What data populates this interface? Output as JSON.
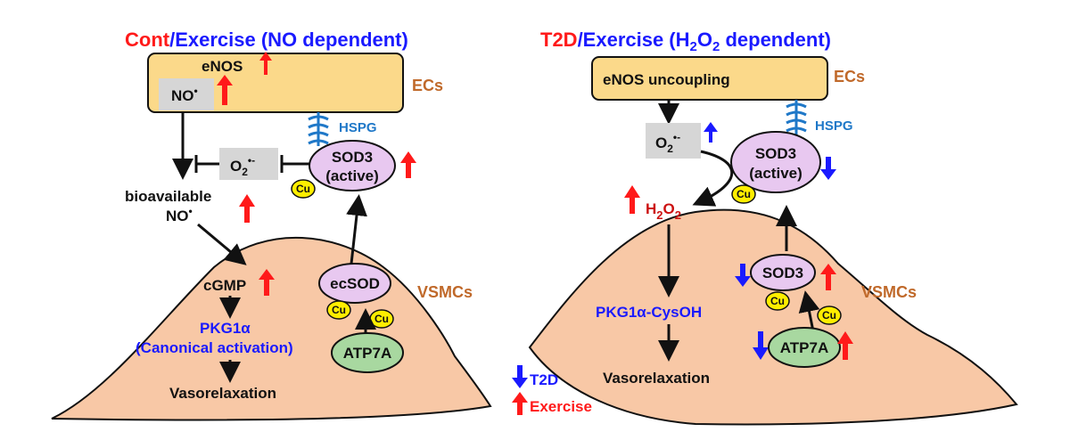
{
  "left_panel": {
    "title_cont": "Cont",
    "title_rest": "/Exercise (NO dependent)",
    "enos": "eNOS",
    "no_main": "NO",
    "no_sup": "•",
    "ecs": "ECs",
    "hspg": "HSPG",
    "o2_main": "O",
    "o2_sub": "2",
    "o2_sup": "•-",
    "sod3_line1": "SOD3",
    "sod3_line2": "(active)",
    "cu": "Cu",
    "bioavailable": "bioavailable",
    "bio_no": "NO",
    "bio_no_sup": "•",
    "cgmp": "cGMP",
    "pkg": "PKG1α",
    "canonical": "(Canonical activation)",
    "vasorelaxation": "Vasorelaxation",
    "ecsod": "ecSOD",
    "atp7a": "ATP7A",
    "vsmcs": "VSMCs"
  },
  "right_panel": {
    "title_t2d": "T2D",
    "title_mid": "/Exercise (H",
    "title_sub": "2",
    "title_o": "O",
    "title_sub2": "2",
    "title_end": " dependent)",
    "enos_uncoupling": "eNOS uncoupling",
    "ecs": "ECs",
    "hspg": "HSPG",
    "o2_main": "O",
    "o2_sub": "2",
    "o2_sup": "•-",
    "sod3_line1": "SOD3",
    "sod3_line2": "(active)",
    "cu": "Cu",
    "h2o2_h": "H",
    "h2o2_sub": "2",
    "h2o2_o": "O",
    "h2o2_sub2": "2",
    "pkg_cysoh": "PKG1α-CysOH",
    "vasorelaxation": "Vasorelaxation",
    "sod3_small": "SOD3",
    "atp7a": "ATP7A",
    "vsmcs": "VSMCs"
  },
  "legend": {
    "t2d": "T2D",
    "exercise": "Exercise"
  },
  "colors": {
    "red": "#ff1a1a",
    "blue": "#1a1aff",
    "ec_fill": "#fbd98a",
    "cell_fill": "#f8c8a6",
    "sod_fill": "#e8c8f0",
    "atp_fill": "#a8d8a0",
    "cu_fill": "#ffee00",
    "gray_box": "#d6d6d6",
    "hspg": "#1f78c8",
    "brown_label": "#c0692a"
  }
}
